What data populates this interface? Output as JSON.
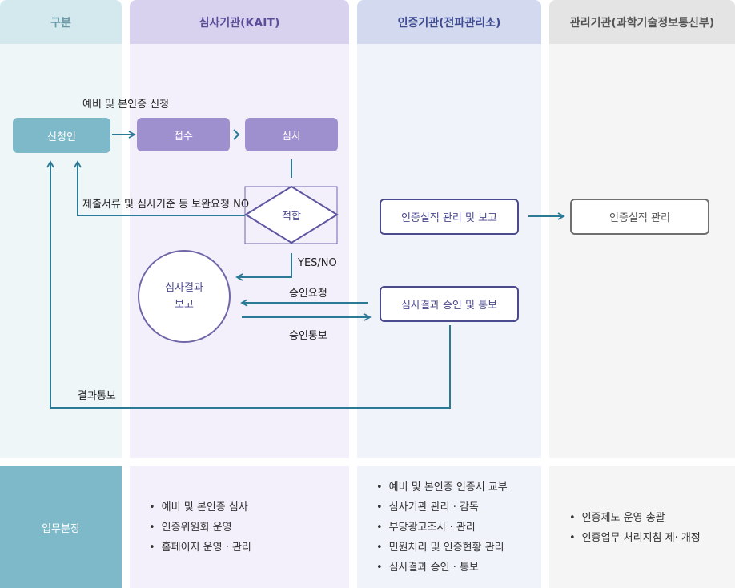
{
  "headers": {
    "category": "구분",
    "review_body": "심사기관(KAIT)",
    "cert_body": "인증기관(전파관리소)",
    "admin_body": "관리기관(과학기술정보통신부)"
  },
  "flow": {
    "apply_label": "예비 및 본인증 신청",
    "applicant": "신청인",
    "receipt": "접수",
    "review": "심사",
    "supplement_label": "제출서류 및 심사기준 등 보완요청 NO",
    "fit": "적합",
    "yes_no_label": "YES/NO",
    "report_line1": "심사결과",
    "report_line2": "보고",
    "approval_request": "승인요청",
    "approval_notice": "승인통보",
    "cert_manage_report": "인증실적 관리 및 보고",
    "cert_manage": "인증실적 관리",
    "approve_notify": "심사결과 승인 및 통보",
    "result_notice": "결과통보"
  },
  "duties": {
    "label": "업무분장",
    "review_body": [
      "예비 및 본인증 심사",
      "인증위원회 운영",
      "홈페이지 운영 · 관리"
    ],
    "cert_body": [
      "예비 및 본인증 인증서 교부",
      "심사기관 관리 · 감독",
      "부당광고조사 · 관리",
      "민원처리 및 인증현황 관리",
      "심사결과 승인 · 통보"
    ],
    "admin_body": [
      "인증제도 운영 총괄",
      "인증업무 처리지침 제· 개정"
    ]
  },
  "colors": {
    "teal": "#7db9c9",
    "purple": "#9e8fce",
    "navy": "#4b4a8d",
    "arrow": "#2a7a96"
  }
}
